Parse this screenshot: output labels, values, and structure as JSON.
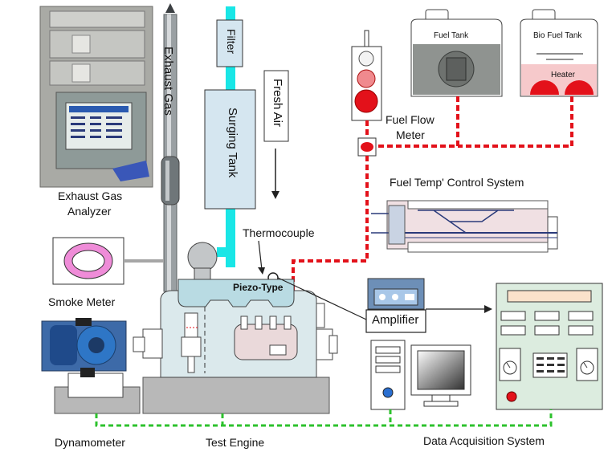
{
  "labels": {
    "exhaust_gas": "Exhaust Gas",
    "filter": "Filter",
    "surging_tank": "Surging Tank",
    "fresh_air": "Fresh Air",
    "exhaust_gas_analyzer_line1": "Exhaust Gas",
    "exhaust_gas_analyzer_line2": "Analyzer",
    "fuel_tank": "Fuel Tank",
    "bio_fuel_tank": "Bio Fuel Tank",
    "heater": "Heater",
    "fuel_flow_meter_line1": "Fuel Flow",
    "fuel_flow_meter_line2": "Meter",
    "fuel_temp_control": "Fuel Temp' Control System",
    "thermocouple": "Thermocouple",
    "piezo_type": "Piezo-Type",
    "smoke_meter": "Smoke Meter",
    "amplifier": "Amplifier",
    "dynamometer": "Dynamometer",
    "test_engine": "Test Engine",
    "data_acquisition_system": "Data Acquisition System"
  },
  "colors": {
    "fuel_line": "#e3111a",
    "air_duct": "#19e6e6",
    "data_line": "#2dc22d",
    "engine_fill": "#dbe9ec",
    "cylinder_head_fill": "#b9dbe3",
    "tank_fill": "#d5e6f0"
  }
}
